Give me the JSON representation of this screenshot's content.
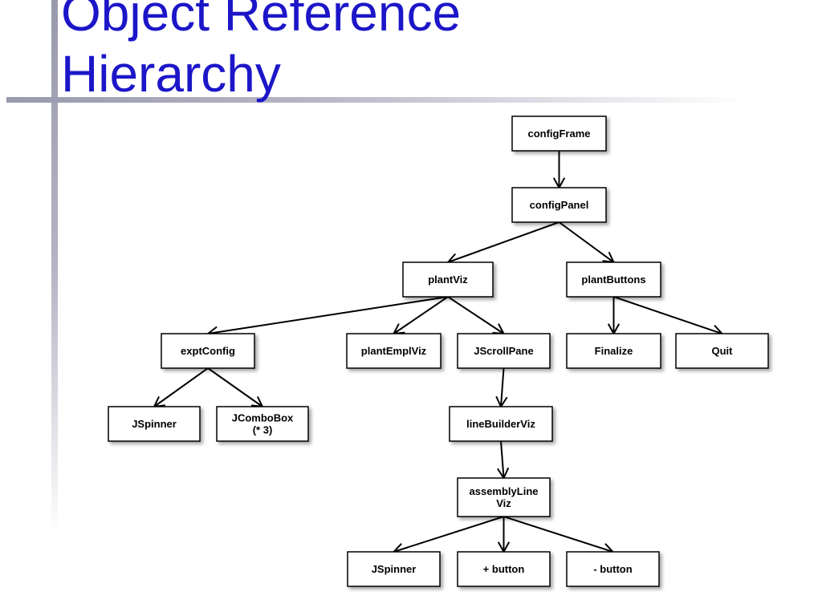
{
  "slide": {
    "title_line1": "Object Reference",
    "title_line2": "Hierarchy"
  },
  "diagram": {
    "nodes": [
      {
        "id": "configFrame",
        "lines": [
          "configFrame"
        ]
      },
      {
        "id": "configPanel",
        "lines": [
          "configPanel"
        ]
      },
      {
        "id": "plantViz",
        "lines": [
          "plantViz"
        ]
      },
      {
        "id": "plantButtons",
        "lines": [
          "plantButtons"
        ]
      },
      {
        "id": "exptConfig",
        "lines": [
          "exptConfig"
        ]
      },
      {
        "id": "plantEmplViz",
        "lines": [
          "plantEmplViz"
        ]
      },
      {
        "id": "JScrollPane",
        "lines": [
          "JScrollPane"
        ]
      },
      {
        "id": "Finalize",
        "lines": [
          "Finalize"
        ]
      },
      {
        "id": "Quit",
        "lines": [
          "Quit"
        ]
      },
      {
        "id": "JSpinner1",
        "lines": [
          "JSpinner"
        ]
      },
      {
        "id": "JComboBox",
        "lines": [
          "JComboBox",
          "(* 3)"
        ]
      },
      {
        "id": "lineBuilderViz",
        "lines": [
          "lineBuilderViz"
        ]
      },
      {
        "id": "assemblyLineViz",
        "lines": [
          "assemblyLine",
          "Viz"
        ]
      },
      {
        "id": "JSpinner2",
        "lines": [
          "JSpinner"
        ]
      },
      {
        "id": "plusButton",
        "lines": [
          "+ button"
        ]
      },
      {
        "id": "minusButton",
        "lines": [
          "- button"
        ]
      }
    ],
    "edges": [
      [
        "configFrame",
        "configPanel"
      ],
      [
        "configPanel",
        "plantViz"
      ],
      [
        "configPanel",
        "plantButtons"
      ],
      [
        "plantViz",
        "exptConfig"
      ],
      [
        "plantViz",
        "plantEmplViz"
      ],
      [
        "plantViz",
        "JScrollPane"
      ],
      [
        "plantButtons",
        "Finalize"
      ],
      [
        "plantButtons",
        "Quit"
      ],
      [
        "exptConfig",
        "JSpinner1"
      ],
      [
        "exptConfig",
        "JComboBox"
      ],
      [
        "JScrollPane",
        "lineBuilderViz"
      ],
      [
        "lineBuilderViz",
        "assemblyLineViz"
      ],
      [
        "assemblyLineViz",
        "JSpinner2"
      ],
      [
        "assemblyLineViz",
        "plusButton"
      ],
      [
        "assemblyLineViz",
        "minusButton"
      ]
    ]
  }
}
